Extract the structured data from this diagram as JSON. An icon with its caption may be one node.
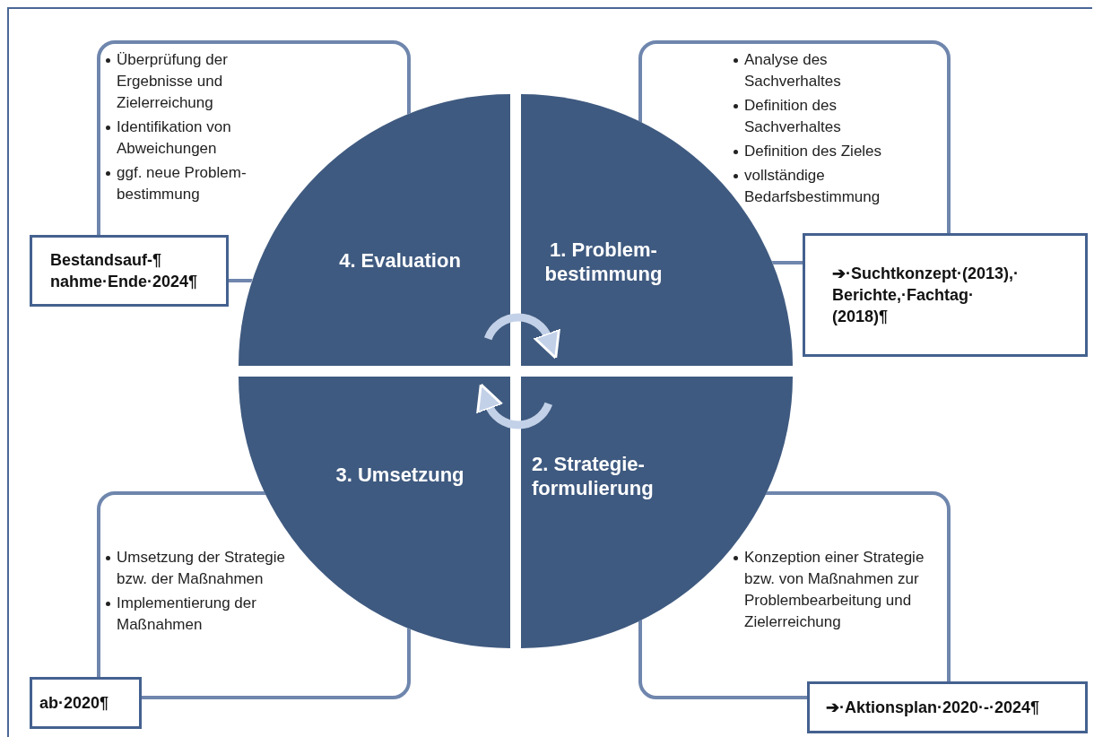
{
  "diagram": {
    "nodes": [
      {
        "text": [
          "Überprüfung der Ergebnisse und Zielerreichung",
          "Identifikation von Abweichungen",
          "ggf. neue Problem- bestimmung"
        ]
      },
      {
        "text": [
          "Bestandsauf-¶ nahme·Ende·2024¶"
        ]
      },
      {
        "text": [
          "4. Evaluation"
        ]
      },
      {
        "text": [
          "Analyse des Sachverhaltes",
          "Definition des Sachverhaltes",
          "Definition des Zieles",
          "vollständige Bedarfsbestimmung"
        ]
      },
      {
        "text": [
          "1. Problem- bestimmung"
        ]
      },
      {
        "text": [
          "➔·Suchtkonzept·(2013),· Berichte,·Fachtag· (2018)¶"
        ]
      },
      {
        "text": [
          "3. Umsetzung"
        ]
      },
      {
        "text": [
          "2. Strategie- formulierung"
        ]
      },
      {
        "text": [
          "Umsetzung der Strategie bzw. der Maßnahmen",
          "Implementierung der Maßnahmen"
        ]
      },
      {
        "text": [
          "ab·2020¶"
        ]
      },
      {
        "text": [
          "Konzeption einer Strategie bzw. von Maßnahmen zur Problembearbeitung und Zielerreichung"
        ]
      },
      {
        "text": [
          "➔·Aktionsplan·2020·-·2024¶"
        ]
      }
    ],
    "edges": [
      {
        "from": 2,
        "to": 4,
        "arrow": "to"
      },
      {
        "from": 7,
        "to": 6,
        "arrow": "to"
      }
    ]
  }
}
